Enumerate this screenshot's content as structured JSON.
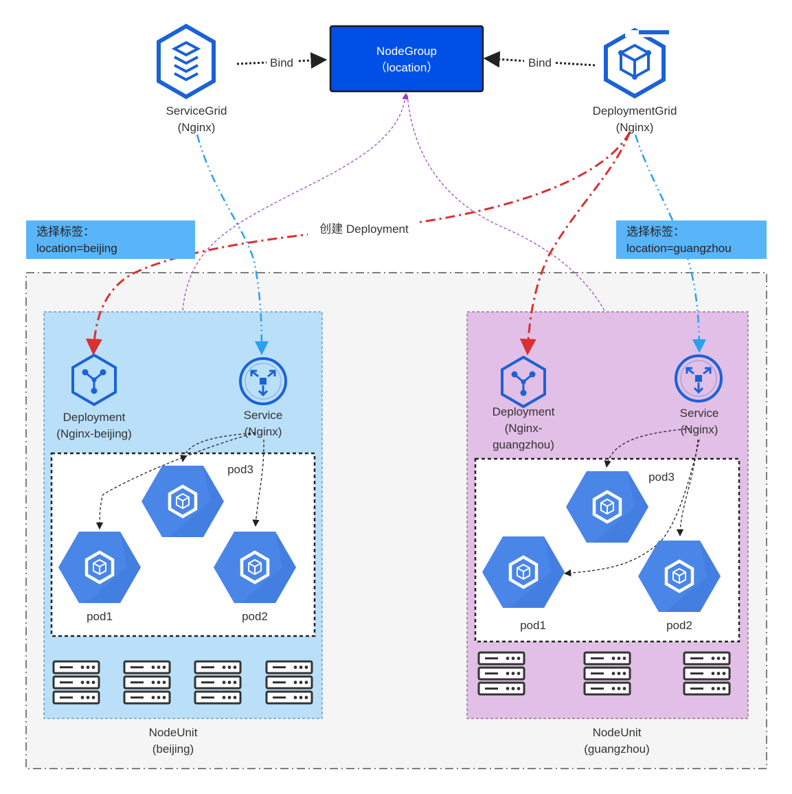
{
  "node_group": {
    "line1": "NodeGroup",
    "line2": "（location）"
  },
  "service_grid": {
    "line1": "ServiceGrid",
    "line2": "(Nginx)",
    "icon": "service-grid-icon"
  },
  "deployment_grid": {
    "line1": "DeploymentGrid",
    "line2": "(Nginx)",
    "icon": "deployment-grid-icon"
  },
  "bind_label": "Bind",
  "create_label": "创建 Deployment",
  "selector_left": {
    "line1": "选择标签：",
    "line2": "location=beijing"
  },
  "selector_right": {
    "line1": "选择标签：",
    "line2": "location=guangzhou"
  },
  "units": [
    {
      "deployment": {
        "line1": "Deployment",
        "line2": "(Nginx-beijing)"
      },
      "service": {
        "line1": "Service",
        "line2": "(Nginx)"
      },
      "pods": [
        "pod1",
        "pod2",
        "pod3"
      ],
      "name": {
        "line1": "NodeUnit",
        "line2": "(beijing)"
      },
      "server_count": 4
    },
    {
      "deployment": {
        "line1": "Deployment",
        "line2": "(Nginx-",
        "line3": "guangzhou)"
      },
      "service": {
        "line1": "Service",
        "line2": "(Nginx)"
      },
      "pods": [
        "pod1",
        "pod2",
        "pod3"
      ],
      "name": {
        "line1": "NodeUnit",
        "line2": "(guangzhou)"
      },
      "server_count": 3
    }
  ],
  "colors": {
    "primary_blue": "#1a62d6",
    "node_group_fill": "#0050e6",
    "selector_fill": "#5ab4f8",
    "unit_left_fill": "#badff9",
    "unit_right_fill": "#e2bfe6",
    "outer_fill": "#f5f5f5",
    "pod_blue": "#4a86e8",
    "create_red": "#d93030",
    "service_link_blue": "#2aa0f0",
    "bind_purple": "#9b3bc4"
  }
}
